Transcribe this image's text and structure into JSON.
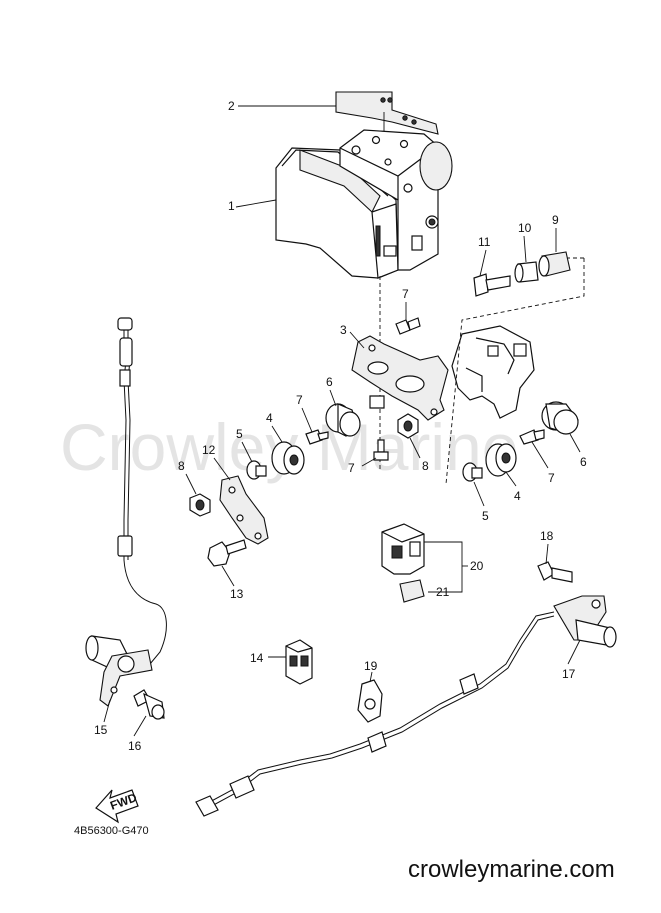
{
  "watermark": "Crowley Marine",
  "footer_url": "crowleymarine.com",
  "diagram_code": "4B56300-G470",
  "fwd_label": "FWD",
  "callouts": [
    "1",
    "2",
    "3",
    "4",
    "4",
    "5",
    "5",
    "6",
    "6",
    "7",
    "7",
    "7",
    "7",
    "8",
    "8",
    "9",
    "10",
    "11",
    "12",
    "13",
    "14",
    "15",
    "16",
    "17",
    "18",
    "19",
    "20",
    "21"
  ]
}
